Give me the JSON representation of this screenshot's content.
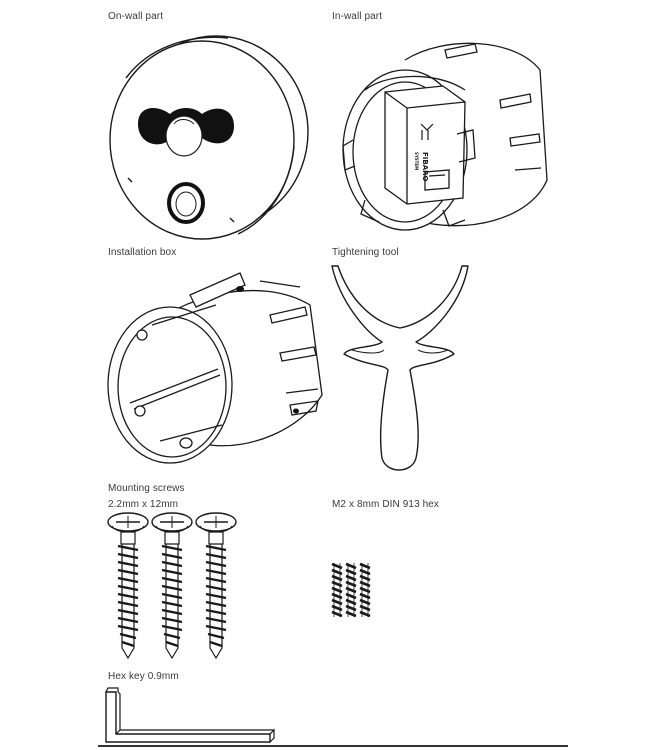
{
  "parts": [
    {
      "name": "On-wall part"
    },
    {
      "name": "In-wall part",
      "logo_text": "FIBARO",
      "logo_subtext": "SYSTEM"
    },
    {
      "name": "Installation box"
    },
    {
      "name": "Tightening tool"
    },
    {
      "name": "Mounting screws",
      "spec": "2.2mm x 12mm"
    },
    {
      "name": "",
      "spec": "M2 x 8mm DIN 913 hex"
    },
    {
      "name": "Hex key 0.9mm"
    }
  ],
  "colors": {
    "line": "#1a1a1a",
    "fill_dark": "#111111",
    "fill_light": "#ffffff",
    "text": "#3a3a3a"
  },
  "icons": [
    "on-wall-part-drawing",
    "in-wall-part-drawing",
    "installation-box-drawing",
    "tightening-tool-drawing",
    "mounting-screw-drawing",
    "set-screw-drawing",
    "hex-key-drawing"
  ]
}
